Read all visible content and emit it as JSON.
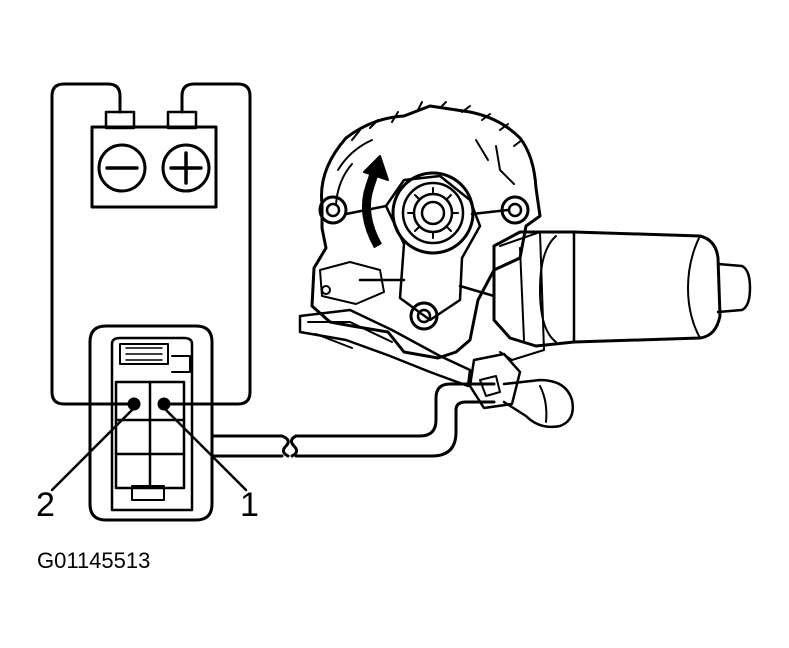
{
  "diagram": {
    "figure_code": "G01145513",
    "pin_labels": {
      "pin_2": "2",
      "pin_1": "1"
    },
    "battery": {
      "negative_symbol": "−",
      "positive_symbol": "+"
    },
    "rotation_direction": "clockwise",
    "colors": {
      "ink": "#000000",
      "background": "#ffffff"
    }
  }
}
